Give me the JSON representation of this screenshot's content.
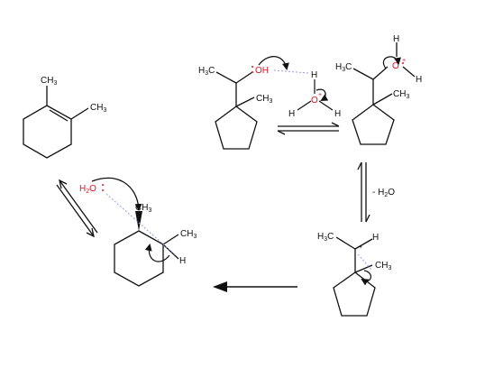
{
  "labels": {
    "alkene_ch3_top": "CH3",
    "alkene_ch3_right": "CH3",
    "alcohol_h3c": "H3C",
    "alcohol_oh": "OH",
    "alcohol_ch3": "CH3",
    "hydronium_h_top": "H",
    "hydronium_o": "O",
    "hydronium_plus": "+",
    "hydronium_h_left": "H",
    "hydronium_h_right": "H",
    "oxonium_h3c": "H3C",
    "oxonium_h_top": "H",
    "oxonium_o": "O",
    "oxonium_plus": "+",
    "oxonium_h_right": "H",
    "oxonium_ch3": "CH3",
    "water_loss": "- H2O",
    "carbocation_h3c": "H3C",
    "carbocation_plus": "+",
    "carbocation_h": "H",
    "carbocation_ch3": "CH3",
    "cyclohexyl_h2o": "H2O",
    "cyclohexyl_ch3_top": "CH3",
    "cyclohexyl_ch3_right": "CH3",
    "cyclohexyl_h": "H"
  },
  "colors": {
    "oxygen": "#e0141e",
    "bond": "#111111",
    "dashed": "#9a9ae6"
  }
}
